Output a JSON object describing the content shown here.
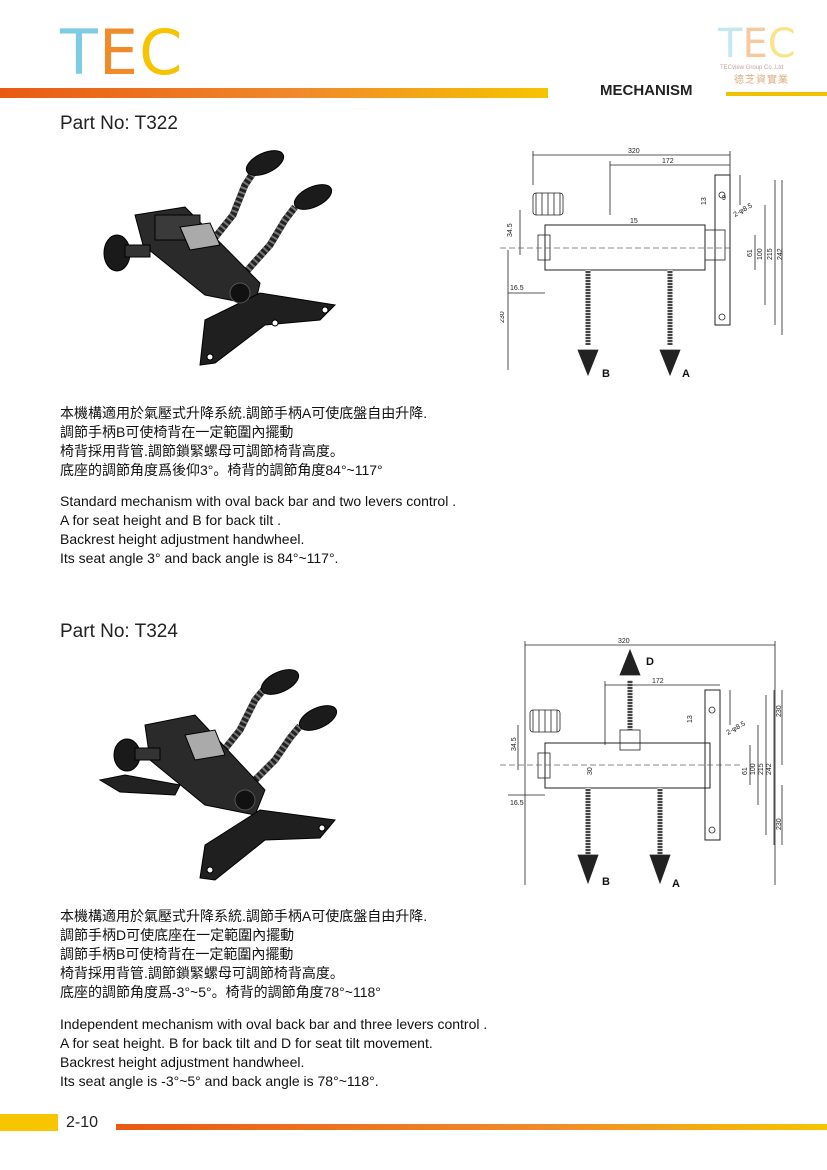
{
  "header": {
    "logo_letters": [
      "T",
      "E",
      "C"
    ],
    "logo_colors": [
      "#7ecbe6",
      "#f08a2a",
      "#f6c400"
    ],
    "logo_right_letters": [
      "T",
      "E",
      "C"
    ],
    "logo_right_sub": "TECview Group Co.,Ltd",
    "logo_right_cn": "德芝資實業",
    "section": "MECHANISM"
  },
  "products": [
    {
      "part_no": "Part No: T322",
      "cn_lines": [
        "本機構適用於氣壓式升降系統.調節手柄A可使底盤自由升降.",
        "調節手柄B可使椅背在一定範圍內擺動",
        "椅背採用背管.調節鎖緊螺母可調節椅背高度。",
        "底座的調節角度爲後仰3°。椅背的調節角度84°~117°"
      ],
      "en_lines": [
        "Standard mechanism with oval back bar and two levers control .",
        "A for seat height and B for  back tilt .",
        "Backrest height adjustment handwheel.",
        "Its seat angle 3° and back angle is 84°~117°."
      ],
      "dims": {
        "d320": "320",
        "d172": "172",
        "d15": "15",
        "d34_5": "34.5",
        "d16_5": "16.5",
        "d230": "230",
        "d9": "9",
        "d13": "13",
        "d2phi": "2-φ8.5",
        "d61": "61",
        "d100": "100",
        "d215": "215",
        "d242": "242",
        "lever_a": "A",
        "lever_b": "B"
      }
    },
    {
      "part_no": "Part No: T324",
      "cn_lines": [
        "本機構適用於氣壓式升降系統.調節手柄A可使底盤自由升降.",
        "調節手柄D可使底座在一定範圍內擺動",
        "調節手柄B可使椅背在一定範圍內擺動",
        "椅背採用背管.調節鎖緊螺母可調節椅背高度。",
        "底座的調節角度爲-3°~5°。椅背的調節角度78°~118°"
      ],
      "en_lines": [
        "Independent mechanism with oval back bar and three levers control .",
        "A for seat height. B for  back tilt and D for seat  tilt movement.",
        "Backrest height adjustment handwheel.",
        "Its seat angle is -3°~5° and back angle is 78°~118°."
      ],
      "dims": {
        "d320": "320",
        "d172": "172",
        "d34_5": "34.5",
        "d16_5": "16.5",
        "d30": "30",
        "d13": "13",
        "d2phi": "2-φ8.5",
        "d61": "61",
        "d100": "100",
        "d215": "215",
        "d242": "242",
        "d230a": "230",
        "d230b": "230",
        "lever_a": "A",
        "lever_b": "B",
        "lever_d": "D"
      }
    }
  ],
  "footer": {
    "page": "2-10"
  }
}
